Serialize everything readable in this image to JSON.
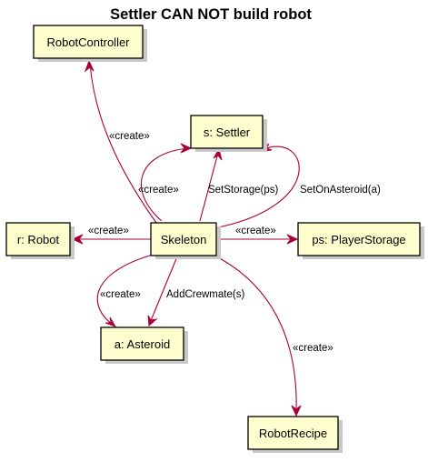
{
  "title": "Settler CAN NOT build robot",
  "nodes": {
    "robot_controller": "RobotController",
    "settler": "s: Settler",
    "robot": "r: Robot",
    "skeleton": "Skeleton",
    "player_storage": "ps: PlayerStorage",
    "asteroid": "a: Asteroid",
    "robot_recipe": "RobotRecipe"
  },
  "edges": {
    "create_robot_controller": "«create»",
    "create_settler": "«create»",
    "set_storage": "SetStorage(ps)",
    "set_on_asteroid": "SetOnAsteroid(a)",
    "create_robot": "«create»",
    "create_player_storage": "«create»",
    "create_asteroid": "«create»",
    "add_crewmate": "AddCrewmate(s)",
    "create_robot_recipe": "«create»"
  },
  "colors": {
    "edge": "#a80036",
    "node_fill": "#fefece",
    "node_border": "#000000",
    "shadow": "#c9c9c9"
  }
}
